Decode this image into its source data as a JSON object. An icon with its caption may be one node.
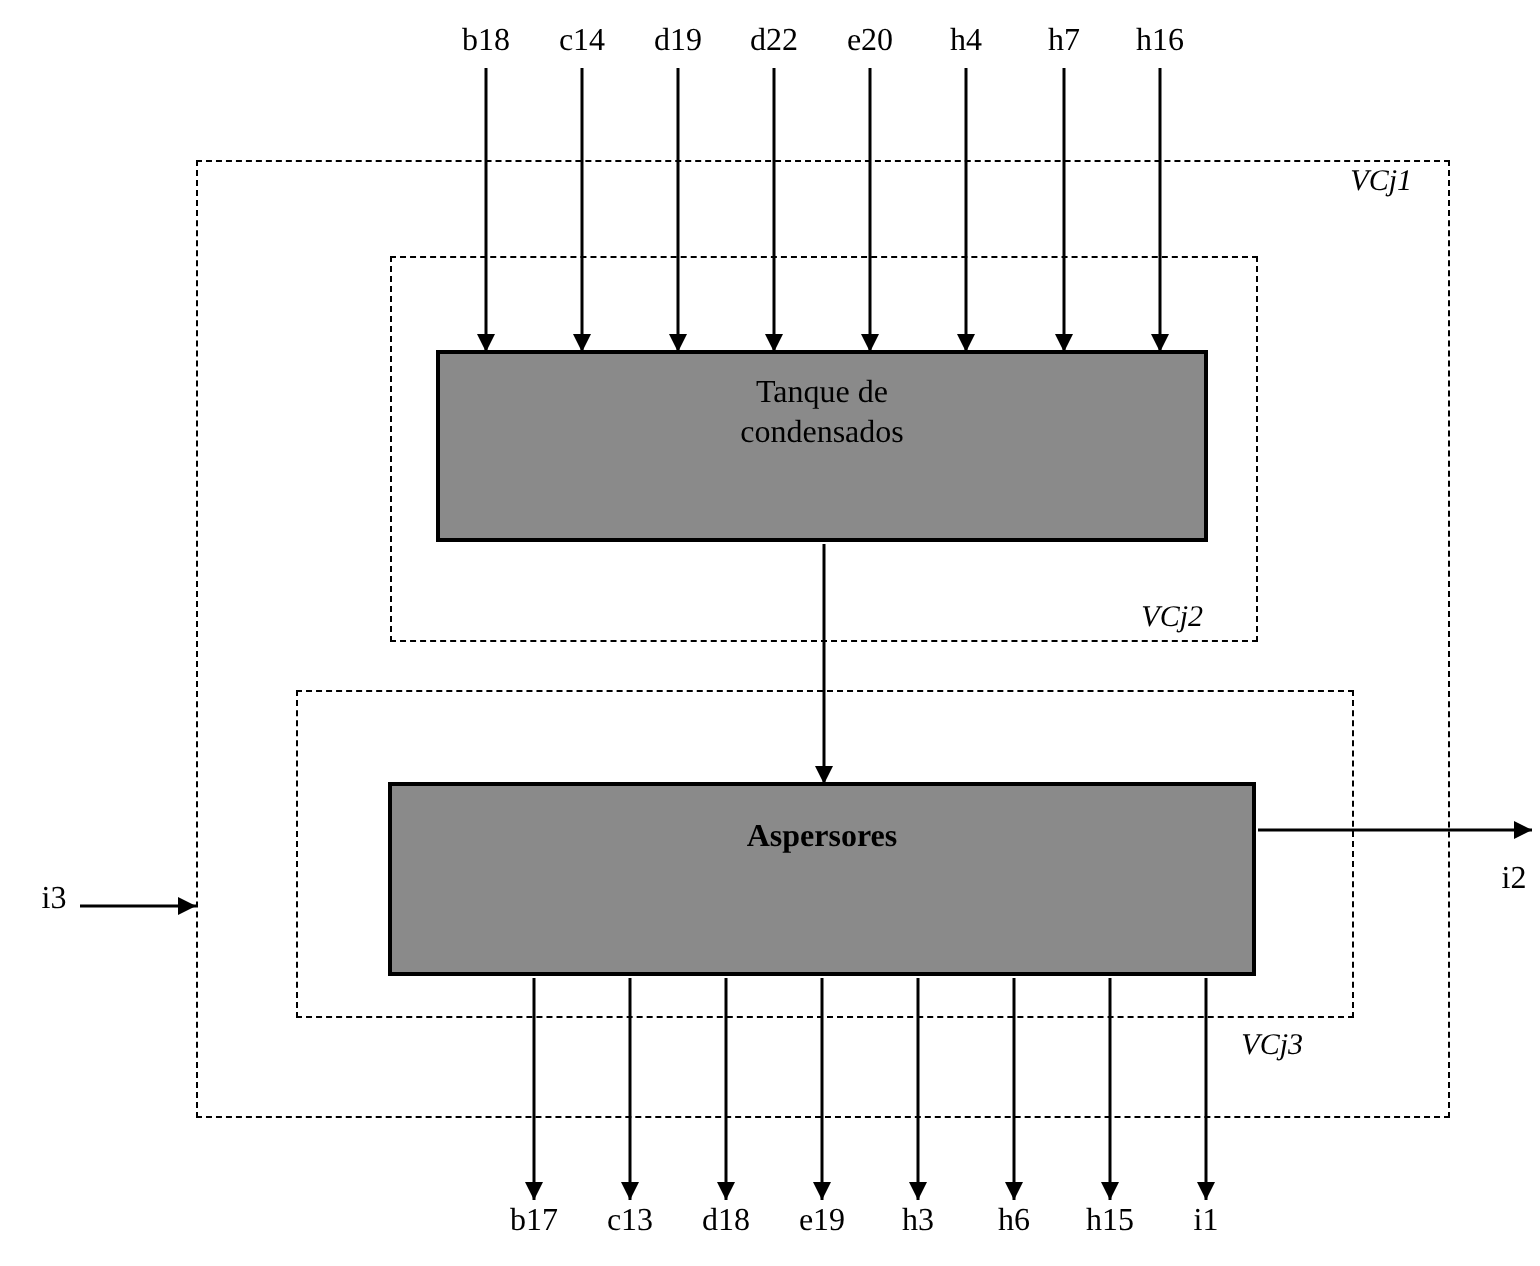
{
  "diagram": {
    "nodes": [
      {
        "text": [
          "b18"
        ]
      },
      {
        "text": [
          "c14"
        ]
      },
      {
        "text": [
          "d19"
        ]
      },
      {
        "text": [
          "d22"
        ]
      },
      {
        "text": [
          "e20"
        ]
      },
      {
        "text": [
          "h4"
        ]
      },
      {
        "text": [
          "h7"
        ]
      },
      {
        "text": [
          "h16"
        ]
      },
      {
        "text": [
          "VCj1"
        ]
      },
      {
        "text": [
          "VCj2"
        ],
        "in": 8
      },
      {
        "text": [
          "Tanque de condensados"
        ],
        "in": 9
      },
      {
        "text": [
          "VCj3"
        ],
        "in": 8
      },
      {
        "text": [
          "Aspersores"
        ],
        "in": 11
      },
      {
        "text": [
          "i3"
        ]
      },
      {
        "text": [
          "i2"
        ]
      },
      {
        "text": [
          "b17"
        ]
      },
      {
        "text": [
          "c13"
        ]
      },
      {
        "text": [
          "d18"
        ]
      },
      {
        "text": [
          "e19"
        ]
      },
      {
        "text": [
          "h3"
        ]
      },
      {
        "text": [
          "h6"
        ]
      },
      {
        "text": [
          "h15"
        ]
      },
      {
        "text": [
          "i1"
        ]
      }
    ],
    "edges": [
      {
        "from": 0,
        "to": 10,
        "arrow": "to"
      },
      {
        "from": 1,
        "to": 10,
        "arrow": "to"
      },
      {
        "from": 2,
        "to": 10,
        "arrow": "to"
      },
      {
        "from": 3,
        "to": 10,
        "arrow": "to"
      },
      {
        "from": 4,
        "to": 10,
        "arrow": "to"
      },
      {
        "from": 5,
        "to": 10,
        "arrow": "to"
      },
      {
        "from": 6,
        "to": 10,
        "arrow": "to"
      },
      {
        "from": 7,
        "to": 10,
        "arrow": "to"
      },
      {
        "from": 10,
        "to": 12,
        "arrow": "to"
      },
      {
        "from": 13,
        "to": 8,
        "arrow": "to"
      },
      {
        "from": 12,
        "to": 14,
        "arrow": "to"
      },
      {
        "from": 12,
        "to": 15,
        "arrow": "to"
      },
      {
        "from": 12,
        "to": 16,
        "arrow": "to"
      },
      {
        "from": 12,
        "to": 17,
        "arrow": "to"
      },
      {
        "from": 12,
        "to": 18,
        "arrow": "to"
      },
      {
        "from": 12,
        "to": 19,
        "arrow": "to"
      },
      {
        "from": 12,
        "to": 20,
        "arrow": "to"
      },
      {
        "from": 12,
        "to": 21,
        "arrow": "to"
      },
      {
        "from": 12,
        "to": 22,
        "arrow": "to"
      }
    ]
  }
}
